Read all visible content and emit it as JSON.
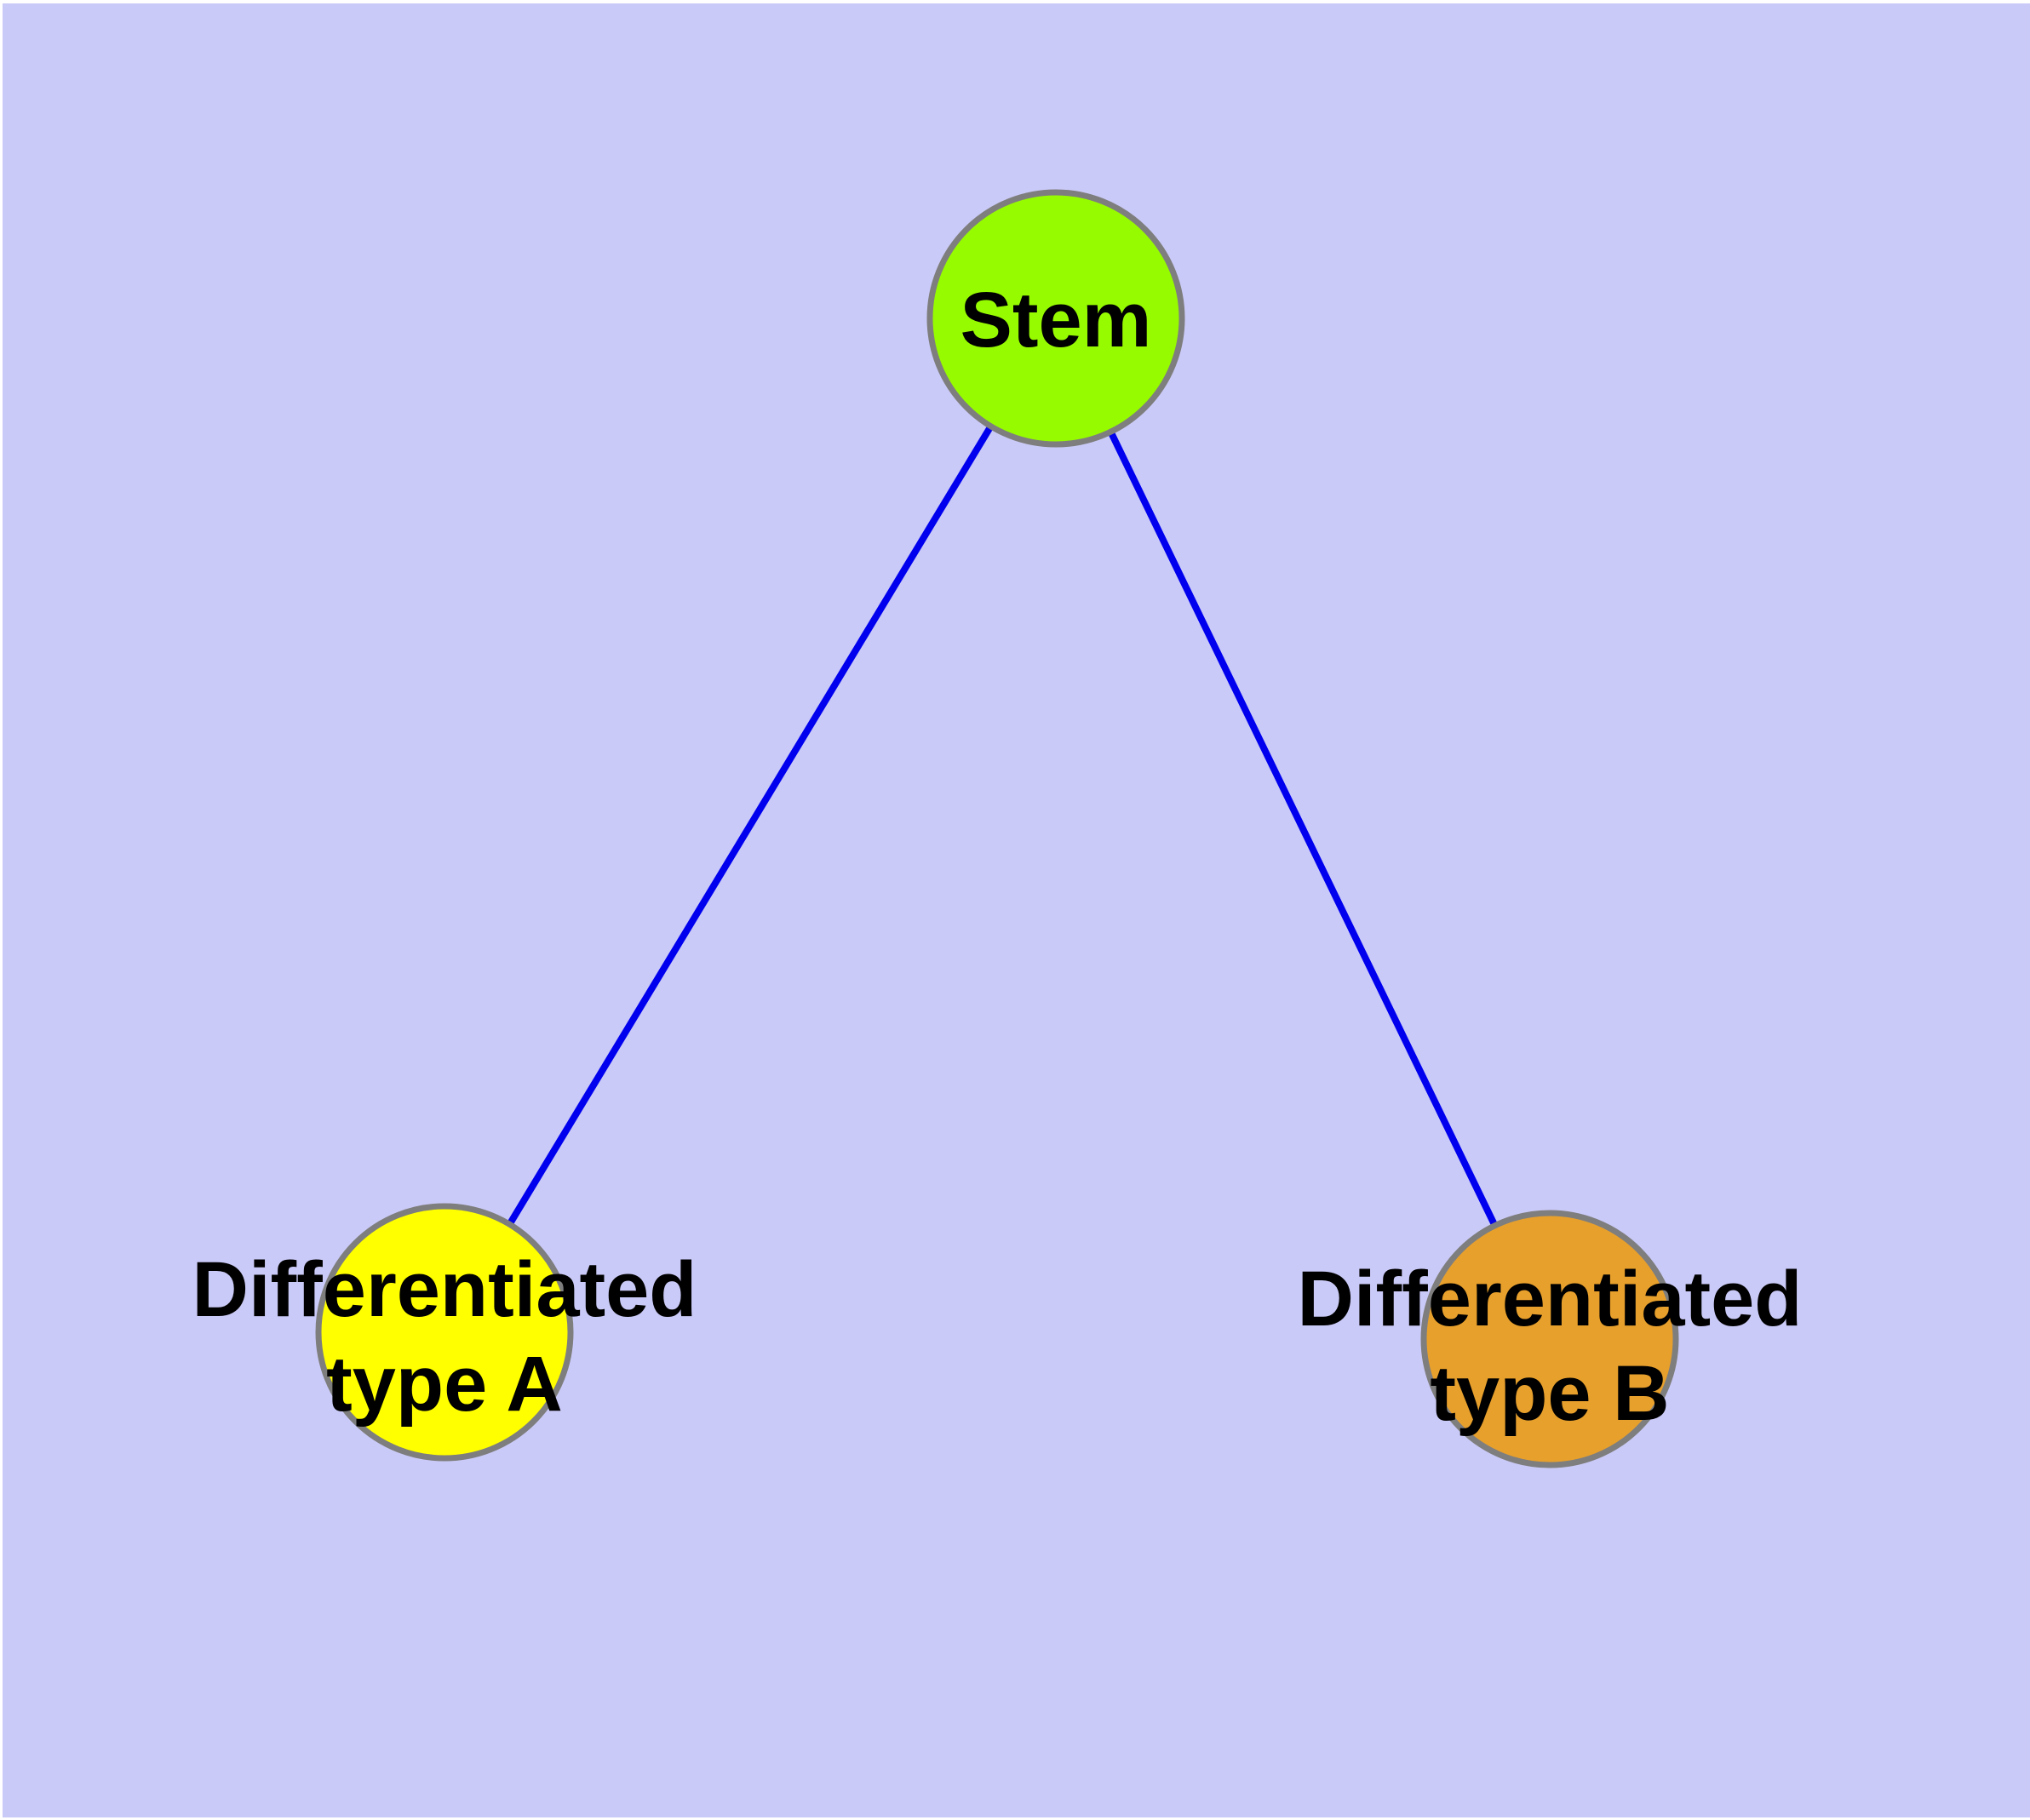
{
  "diagram": {
    "background_color": "#CACAF8",
    "margin_color": "#FFFFFF",
    "edge_color": "#0000EE",
    "node_border_color": "#7E7E7E",
    "label_color": "#000000",
    "nodes": {
      "stem": {
        "label": "Stem",
        "fill": "#97FB00"
      },
      "type_a": {
        "label_line1": "Differentiated",
        "label_line2": "type A",
        "fill": "#FFFF00"
      },
      "type_b": {
        "label_line1": "Differentiated",
        "label_line2": "type B",
        "fill": "#E8A02C"
      }
    },
    "edges": [
      {
        "from": "Stem",
        "to": "Differentiated type A"
      },
      {
        "from": "Stem",
        "to": "Differentiated type B"
      }
    ]
  }
}
